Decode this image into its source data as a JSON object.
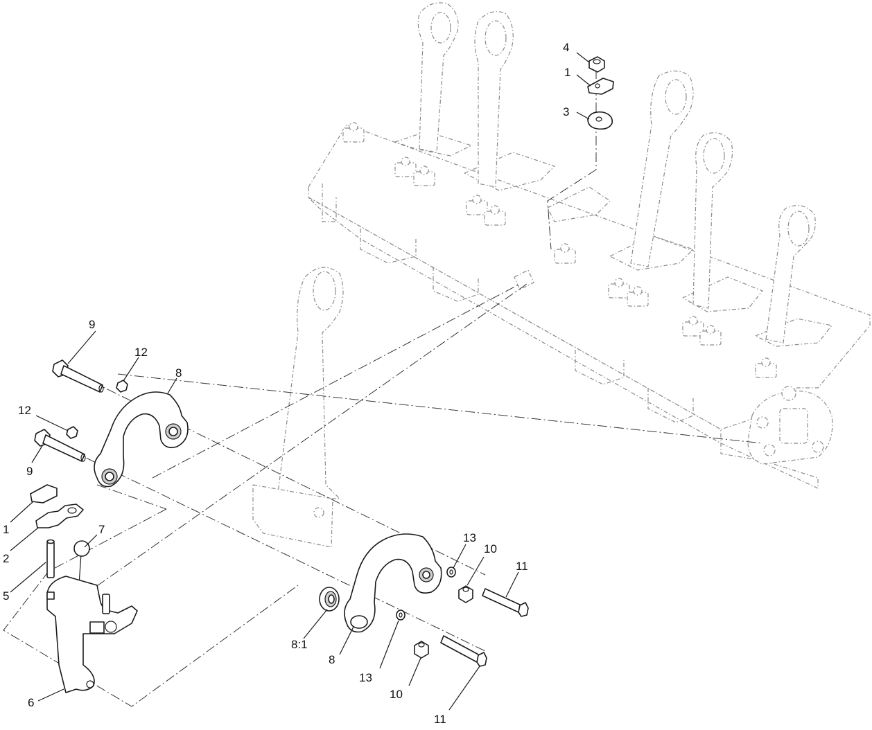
{
  "callouts": [
    {
      "id": "c-4-top",
      "text": "4"
    },
    {
      "id": "c-1-top",
      "text": "1"
    },
    {
      "id": "c-3-top",
      "text": "3"
    },
    {
      "id": "c-9-upper",
      "text": "9"
    },
    {
      "id": "c-12-upper",
      "text": "12"
    },
    {
      "id": "c-8-upper",
      "text": "8"
    },
    {
      "id": "c-12-lower",
      "text": "12"
    },
    {
      "id": "c-9-lower",
      "text": "9"
    },
    {
      "id": "c-1-left",
      "text": "1"
    },
    {
      "id": "c-2-left",
      "text": "2"
    },
    {
      "id": "c-7-left",
      "text": "7"
    },
    {
      "id": "c-5-left",
      "text": "5"
    },
    {
      "id": "c-6-left",
      "text": "6"
    },
    {
      "id": "c-8-1",
      "text": "8:1"
    },
    {
      "id": "c-8-lower",
      "text": "8"
    },
    {
      "id": "c-13-upper",
      "text": "13"
    },
    {
      "id": "c-10-upper",
      "text": "10"
    },
    {
      "id": "c-11-upper",
      "text": "11"
    },
    {
      "id": "c-13-lower",
      "text": "13"
    },
    {
      "id": "c-10-lower",
      "text": "10"
    },
    {
      "id": "c-11-lower",
      "text": "11"
    }
  ]
}
